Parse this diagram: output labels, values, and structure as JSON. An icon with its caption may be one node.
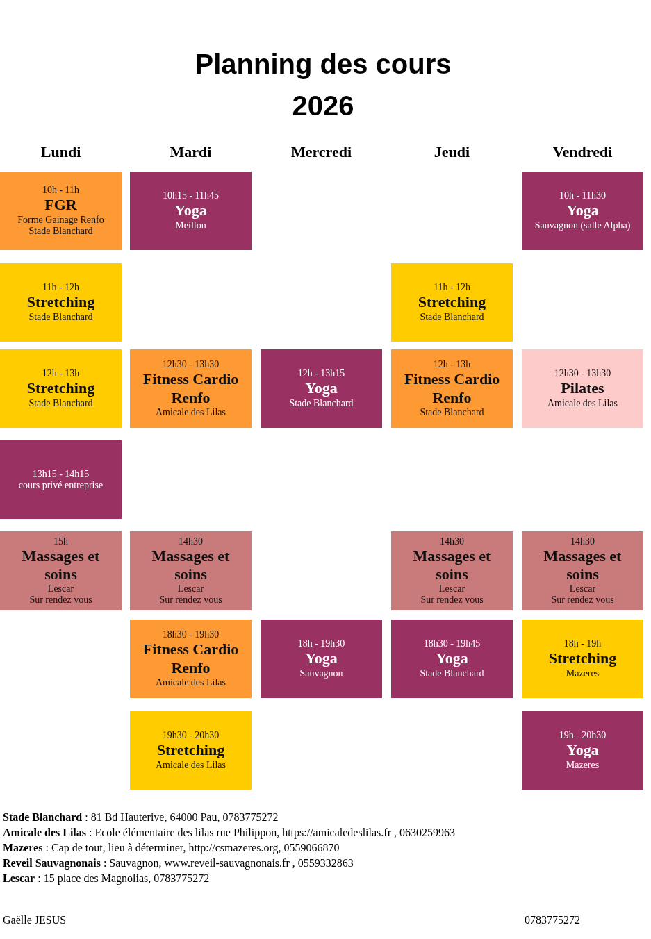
{
  "diagram": {
    "title": "Planning des cours 2026",
    "nodes": [
      {
        "text": [
          "10h - 11h",
          "FGR",
          "Forme Gainage Renfo",
          "Stade Blanchard"
        ]
      },
      {
        "text": [
          "10h15 - 11h45",
          "Yoga",
          "Meillon"
        ]
      },
      {
        "text": [
          "10h - 11h30",
          "Yoga",
          "Sauvagnon (salle Alpha)"
        ]
      },
      {
        "text": [
          "11h - 12h",
          "Stretching",
          "Stade Blanchard"
        ]
      },
      {
        "text": [
          "11h - 12h",
          "Stretching",
          "Stade Blanchard"
        ]
      },
      {
        "text": [
          "12h - 13h",
          "Stretching",
          "Stade Blanchard"
        ]
      },
      {
        "text": [
          "12h30 - 13h30",
          "Fitness Cardio Renfo",
          "Amicale des Lilas"
        ]
      },
      {
        "text": [
          "12h - 13h15",
          "Yoga",
          "Stade Blanchard"
        ]
      },
      {
        "text": [
          "12h - 13h",
          "Fitness Cardio Renfo",
          "Stade Blanchard"
        ]
      },
      {
        "text": [
          "12h30 - 13h30",
          "Pilates",
          "Amicale des Lilas"
        ]
      },
      {
        "text": [
          "13h15 - 14h15",
          "cours privé entreprise"
        ]
      },
      {
        "text": [
          "15h",
          "Massages et soins",
          "Lescar",
          "Sur rendez vous"
        ]
      },
      {
        "text": [
          "14h30",
          "Massages et soins",
          "Lescar",
          "Sur rendez vous"
        ]
      },
      {
        "text": [
          "14h30",
          "Massages et soins",
          "Lescar",
          "Sur rendez vous"
        ]
      },
      {
        "text": [
          "14h30",
          "Massages et soins",
          "Lescar",
          "Sur rendez vous"
        ]
      },
      {
        "text": [
          "18h30 - 19h30",
          "Fitness Cardio Renfo",
          "Amicale des Lilas"
        ]
      },
      {
        "text": [
          "18h - 19h30",
          "Yoga",
          "Sauvagnon"
        ]
      },
      {
        "text": [
          "18h30 - 19h45",
          "Yoga",
          "Stade Blanchard"
        ]
      },
      {
        "text": [
          "18h - 19h",
          "Stretching",
          "Mazeres"
        ]
      },
      {
        "text": [
          "19h30 - 20h30",
          "Stretching",
          "Amicale des Lilas"
        ]
      },
      {
        "text": [
          "19h - 20h30",
          "Yoga",
          "Mazeres"
        ]
      }
    ],
    "labels": [
      "Lundi",
      "Mardi",
      "Mercredi",
      "Jeudi",
      "Vendredi",
      "**Stade Blanchard** : 81 Bd Hauterive, 64000 Pau, 0783775272",
      "**Amicale des Lilas** : Ecole élémentaire des lilas rue Philippon, https://amicaledeslilas.fr , 0630259963",
      "**Mazeres** : Cap de tout, lieu à déterminer, http://csmazeres.org, 0559066870",
      "**Reveil Sauvagnonais** : Sauvagnon, www.reveil-sauvagnonais.fr , 0559332863",
      "**Lescar** : 15 place des Magnolias, 0783775272",
      "Gaëlle JESUS",
      "0783775272"
    ]
  }
}
